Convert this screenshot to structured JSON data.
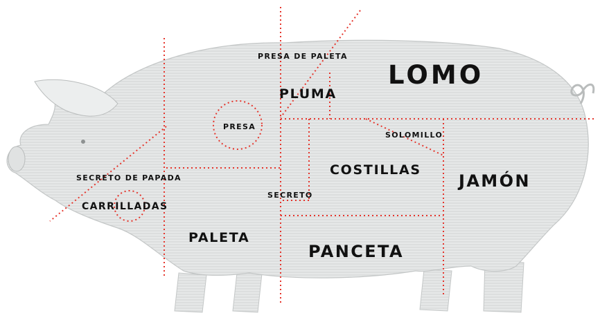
{
  "colors": {
    "cut_line": "#e5342b",
    "pig_fill": "#e4e6e6",
    "pig_shade": "#c9cccc",
    "label": "#111111"
  },
  "cuts": {
    "presa_de_paleta": "PRESA DE PALETA",
    "lomo": "LOMO",
    "pluma": "PLUMA",
    "presa": "PRESA",
    "solomillo": "SOLOMILLO",
    "secreto_de_papada": "SECRETO DE PAPADA",
    "costillas": "COSTILLAS",
    "jamon": "JAMÓN",
    "secreto": "SECRETO",
    "carrilladas": "CARRILLADAS",
    "paleta": "PALETA",
    "panceta": "PANCETA"
  }
}
